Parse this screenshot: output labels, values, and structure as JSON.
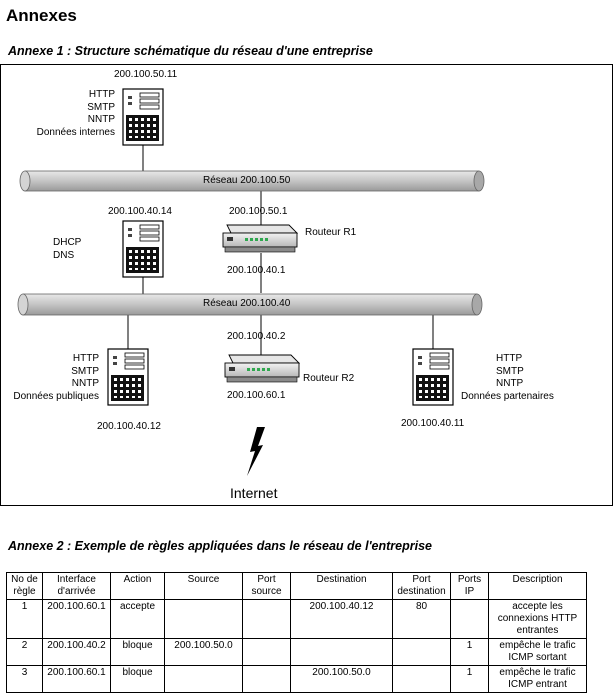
{
  "heading": "Annexes",
  "annex1": {
    "title": "Annexe 1 : Structure schématique du réseau d'une entreprise",
    "networks": {
      "top": "Réseau 200.100.50",
      "bottom": "Réseau 200.100.40"
    },
    "servers": {
      "internal": {
        "ip": "200.100.50.11",
        "services": [
          "HTTP",
          "SMTP",
          "NNTP",
          "Données internes"
        ]
      },
      "dhcp": {
        "ip": "200.100.40.14",
        "services": [
          "DHCP",
          "DNS"
        ]
      },
      "public": {
        "ip": "200.100.40.12",
        "services": [
          "HTTP",
          "SMTP",
          "NNTP",
          "Données publiques"
        ]
      },
      "partner": {
        "ip": "200.100.40.11",
        "services": [
          "HTTP",
          "SMTP",
          "NNTP",
          "Données partenaires"
        ]
      }
    },
    "routers": {
      "r1": {
        "name": "Routeur R1",
        "ip_top": "200.100.50.1",
        "ip_bottom": "200.100.40.1"
      },
      "r2": {
        "name": "Routeur R2",
        "ip_top": "200.100.40.2",
        "ip_bottom": "200.100.60.1"
      }
    },
    "internet": "Internet"
  },
  "annex2": {
    "title": "Annexe 2 : Exemple de règles appliquées dans le réseau de l'entreprise",
    "headers": [
      "No de règle",
      "Interface d'arrivée",
      "Action",
      "Source",
      "Port source",
      "Destination",
      "Port destination",
      "Ports IP",
      "Description"
    ],
    "rows": [
      [
        "1",
        "200.100.60.1",
        "accepte",
        "",
        "",
        "200.100.40.12",
        "80",
        "",
        "accepte les connexions HTTP entrantes"
      ],
      [
        "2",
        "200.100.40.2",
        "bloque",
        "200.100.50.0",
        "",
        "",
        "",
        "1",
        "empêche le trafic ICMP sortant"
      ],
      [
        "3",
        "200.100.60.1",
        "bloque",
        "",
        "",
        "200.100.50.0",
        "",
        "1",
        "empêche le trafic ICMP entrant"
      ]
    ]
  }
}
